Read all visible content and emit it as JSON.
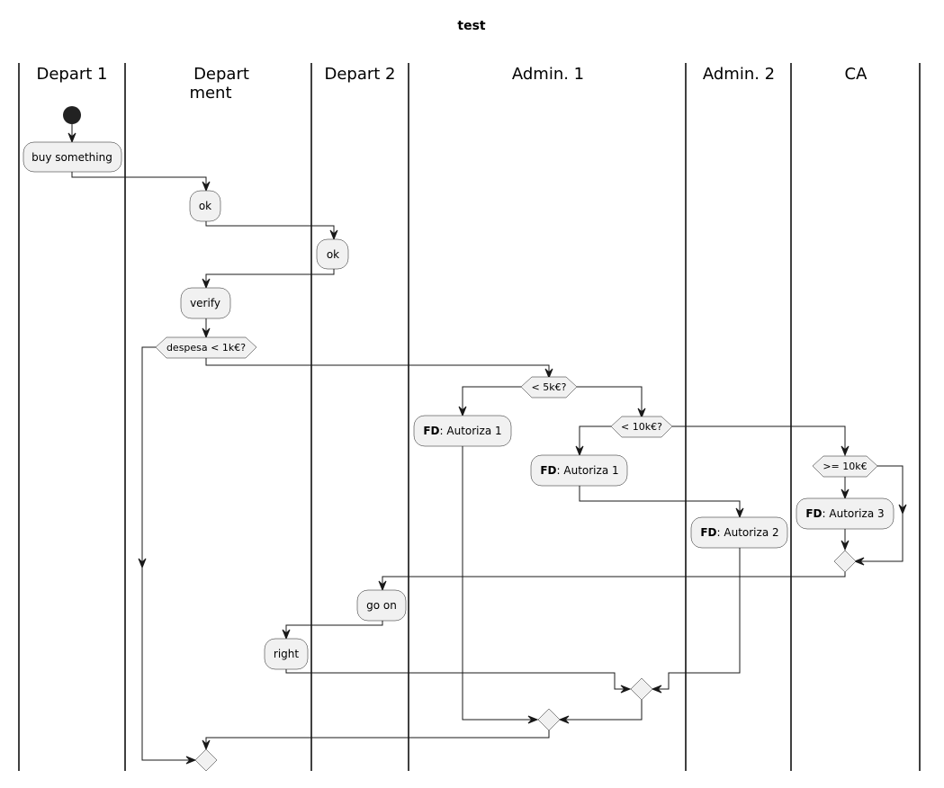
{
  "title": "test",
  "lanes": [
    {
      "id": "depart1",
      "label": "Depart 1"
    },
    {
      "id": "department",
      "label_line1": "Depart",
      "label_line2": "ment"
    },
    {
      "id": "depart2",
      "label": "Depart 2"
    },
    {
      "id": "admin1",
      "label": "Admin. 1"
    },
    {
      "id": "admin2",
      "label": "Admin. 2"
    },
    {
      "id": "ca",
      "label": "CA"
    }
  ],
  "activities": {
    "buy_something": "buy something",
    "ok1": "ok",
    "ok2": "ok",
    "verify": "verify",
    "fd_autoriza1_a": {
      "bold": "FD",
      "rest": ": Autoriza 1"
    },
    "fd_autoriza1_b": {
      "bold": "FD",
      "rest": ": Autoriza 1"
    },
    "fd_autoriza2": {
      "bold": "FD",
      "rest": ": Autoriza 2"
    },
    "fd_autoriza3": {
      "bold": "FD",
      "rest": ": Autoriza 3"
    },
    "go_on": "go on",
    "right": "right"
  },
  "decisions": {
    "despesa": "despesa < 1k€?",
    "lt5k": "< 5k€?",
    "lt10k": "< 10k€?",
    "gte10k": ">= 10k€"
  }
}
